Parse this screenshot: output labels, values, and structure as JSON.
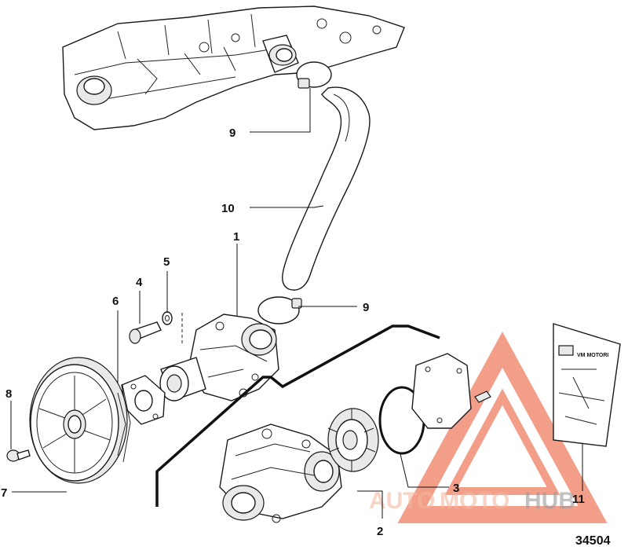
{
  "figure_number": "34504",
  "callouts": [
    {
      "id": "callout-1",
      "label": "1"
    },
    {
      "id": "callout-2",
      "label": "2"
    },
    {
      "id": "callout-3",
      "label": "3"
    },
    {
      "id": "callout-4",
      "label": "4"
    },
    {
      "id": "callout-5",
      "label": "5"
    },
    {
      "id": "callout-6",
      "label": "6"
    },
    {
      "id": "callout-7",
      "label": "7"
    },
    {
      "id": "callout-8",
      "label": "8"
    },
    {
      "id": "callout-9a",
      "label": "9"
    },
    {
      "id": "callout-9b",
      "label": "9"
    },
    {
      "id": "callout-10",
      "label": "10"
    },
    {
      "id": "callout-11",
      "label": "11"
    }
  ],
  "kit_bag": {
    "brand_text": "VM MOTORI"
  },
  "watermark": {
    "part1": "AUTO",
    "part2": "MOTO",
    "part3": "HUB",
    "color_primary": "#e8502a",
    "color_secondary": "#7a7a7a"
  }
}
